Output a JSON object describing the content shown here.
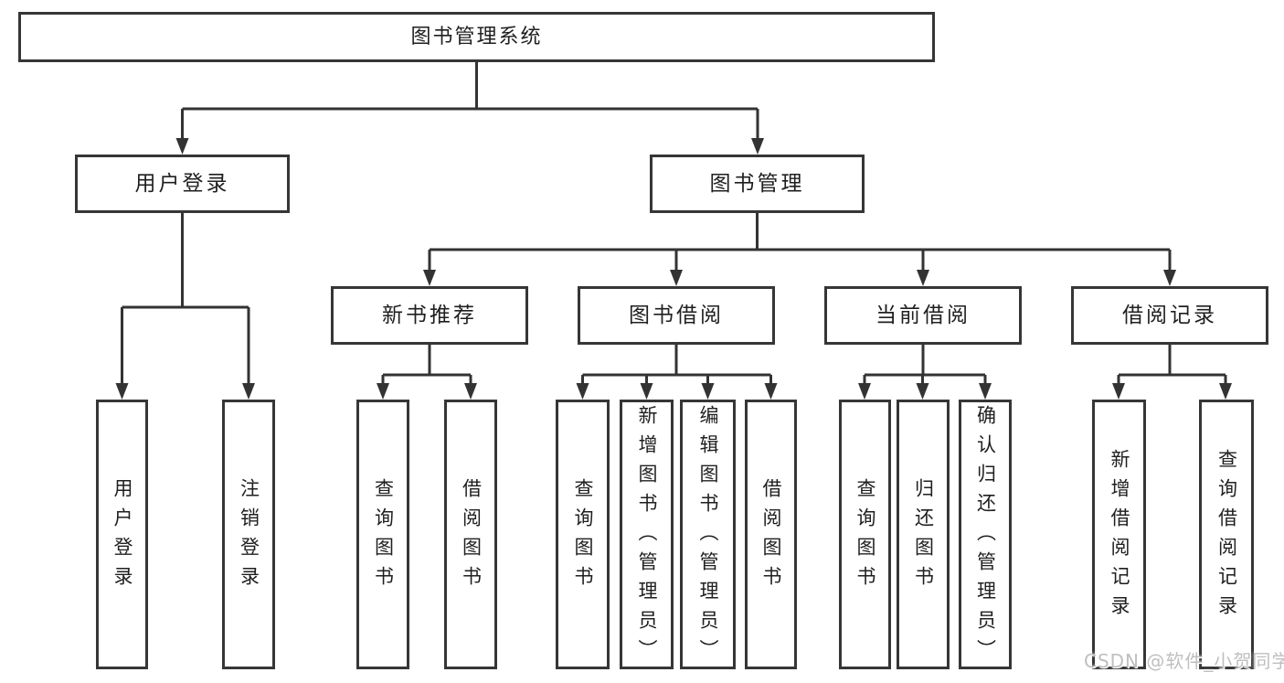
{
  "diagram": {
    "nodes": {
      "root": "图书管理系统",
      "user_login": "用户登录",
      "book_management": "图书管理",
      "new_book_recommend": "新书推荐",
      "book_borrow": "图书借阅",
      "current_borrow": "当前借阅",
      "borrow_records": "借阅记录",
      "leaf_user_login": "用户登录",
      "leaf_logout_login": "注销登录",
      "leaf_query_book_a": "查询图书",
      "leaf_borrow_book_a": "借阅图书",
      "leaf_query_book_b": "查询图书",
      "leaf_add_book_admin": "新增图书（管理员）",
      "leaf_edit_book_admin": "编辑图书（管理员）",
      "leaf_borrow_book_b": "借阅图书",
      "leaf_query_book_c": "查询图书",
      "leaf_return_book": "归还图书",
      "leaf_confirm_return_admin": "确认归还（管理员）",
      "leaf_add_borrow_record": "新增借阅记录",
      "leaf_query_borrow_record": "查询借阅记录"
    },
    "watermark": "CSDN @软件_小贺同学",
    "colors": {
      "line": "#333333",
      "box_border": "#363636",
      "text": "#1f1f1f",
      "watermark_text": "#bfbfbf",
      "background": "#ffffff"
    }
  }
}
